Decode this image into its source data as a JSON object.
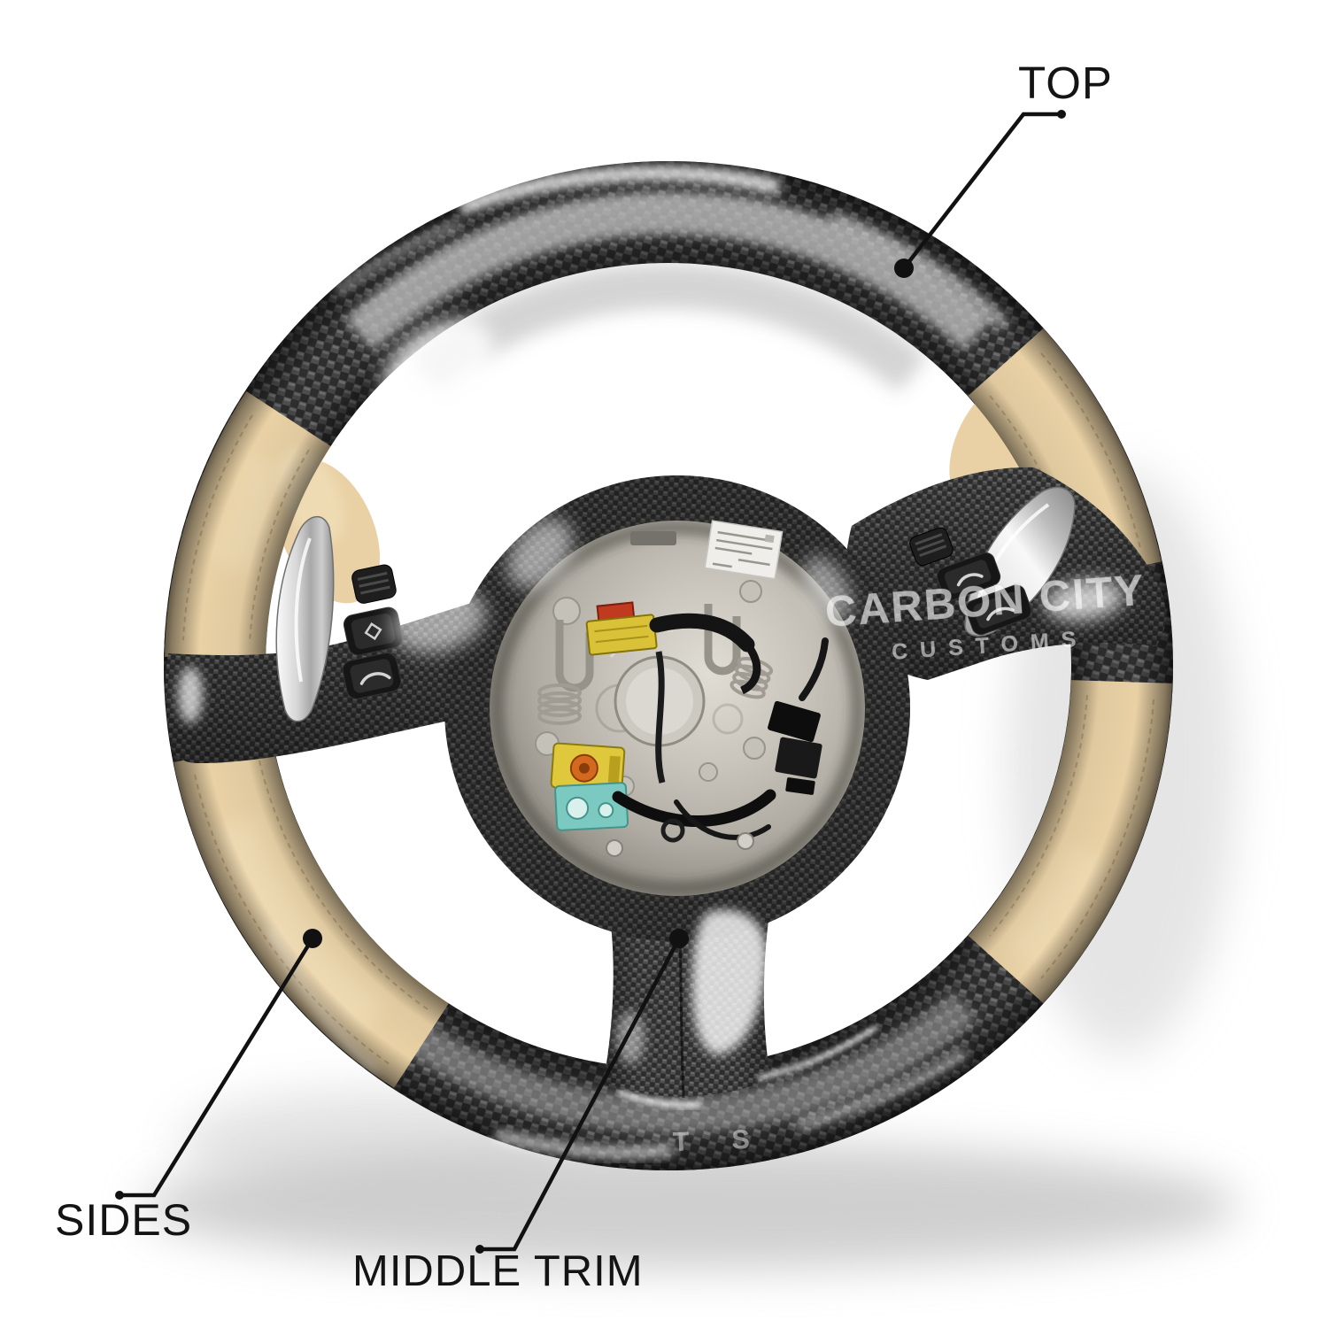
{
  "scene": {
    "background_color": "#ffffff",
    "subject": "custom steering wheel, airbag removed, with part callouts"
  },
  "annotations": {
    "top": {
      "label": "TOP"
    },
    "sides": {
      "label": "SIDES"
    },
    "middle_trim": {
      "label": "MIDDLE TRIM"
    }
  },
  "watermark": {
    "line1": "CARBON CITY",
    "line2": "CUSTOMS",
    "fragment": "T S"
  },
  "wheel": {
    "parts": {
      "top": "carbon fiber rim top section",
      "sides": "beige leather side grips",
      "middle_trim": "carbon fiber lower middle trim"
    },
    "colors": {
      "carbon_dark": "#262626",
      "carbon_weave_light": "#6b6b6b",
      "rim_sheen_band": "#bfbfbf",
      "leather_beige": "#e9d1a5",
      "leather_stitch": "#b68f55",
      "chrome_paddle": "#d9d9d9",
      "hub_metal_plate": "#c0bcb3",
      "airbag_connector_yellow": "#d9c237",
      "airbag_connector_red": "#bf3a1f",
      "connector_teal": "#7cc9c1",
      "sticker_white": "#efeeea",
      "callout_line": "#111111"
    }
  }
}
